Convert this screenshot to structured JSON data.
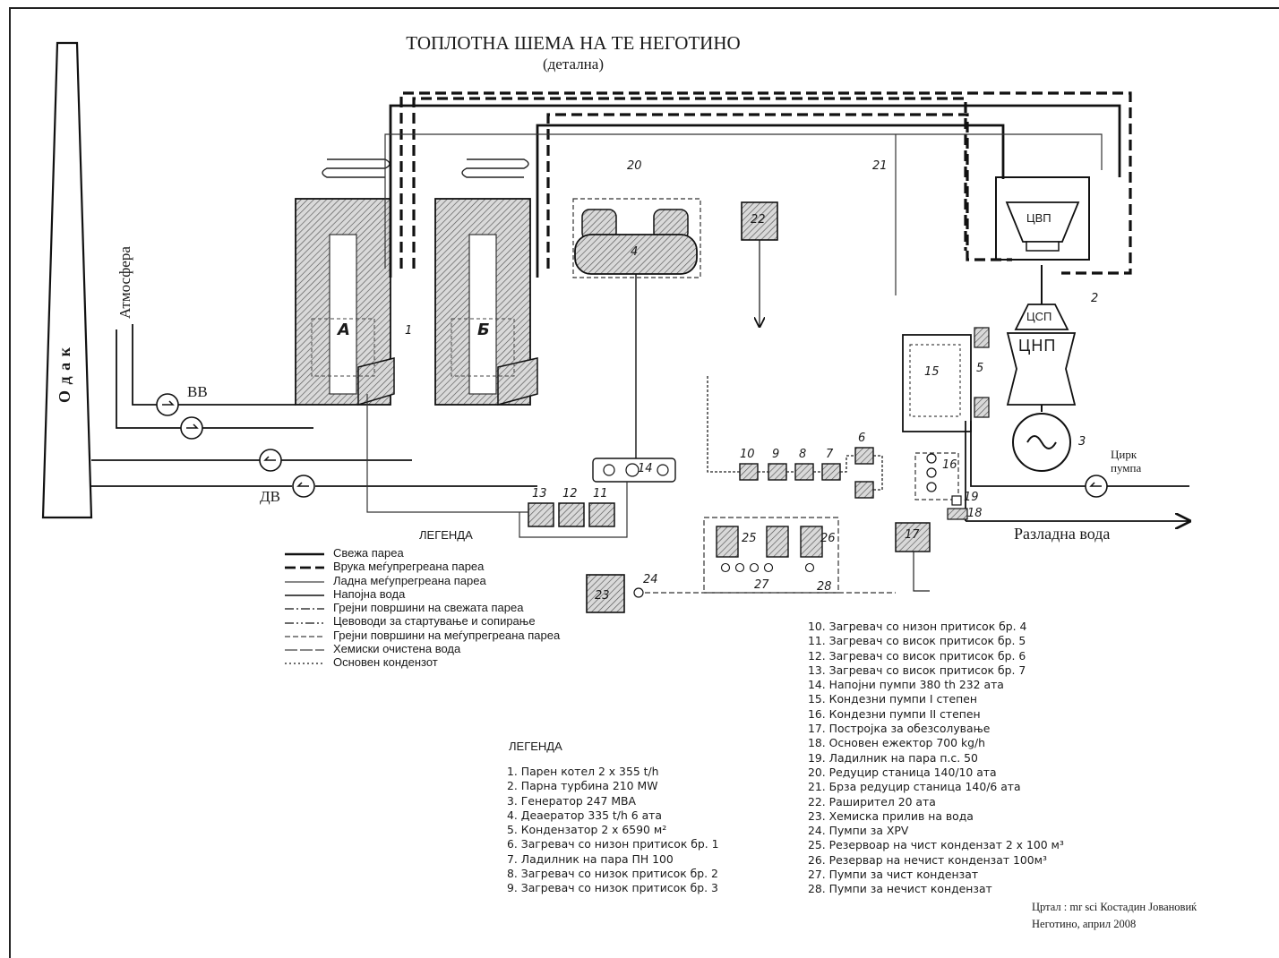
{
  "title": "ТОПЛОТНА ШЕМА НА ТЕ НЕГОТИНО",
  "subtitle": "(детална)",
  "side": {
    "chimney": "О д а к",
    "atmosphere": "Атмосфера",
    "bv": "ВВ",
    "dv": "ДВ"
  },
  "boilers": {
    "a": "А",
    "b": "Б"
  },
  "turbine": {
    "hp": "ЦВП",
    "ip": "ЦСП",
    "lp": "ЦНП"
  },
  "right": {
    "pump": "Цирк\nпумпа",
    "cooling_water": "Разладна вода"
  },
  "numbers": [
    "1",
    "2",
    "3",
    "4",
    "5",
    "6",
    "7",
    "8",
    "9",
    "10",
    "11",
    "12",
    "13",
    "14",
    "15",
    "16",
    "17",
    "18",
    "19",
    "20",
    "21",
    "22",
    "23",
    "24",
    "25",
    "26",
    "27",
    "28"
  ],
  "line_legend_title": "ЛЕГЕНДА",
  "line_legend": [
    {
      "label": "Свежа пареа",
      "style": "solid-bold"
    },
    {
      "label": "Врука меѓупрегреана пареа",
      "style": "dashed-bold"
    },
    {
      "label": "Ладна меѓупрегреана пареа",
      "style": "solid-thin"
    },
    {
      "label": "Напојна вода",
      "style": "solid"
    },
    {
      "label": "Грејни површини на свежата пареа",
      "style": "dashdot"
    },
    {
      "label": "Цевоводи за стартување и сопирање",
      "style": "dashdotdot"
    },
    {
      "label": "Грејни површини на меѓупрегреана пареа",
      "style": "dashed-thin"
    },
    {
      "label": "Хемиски очистена вода",
      "style": "longdash"
    },
    {
      "label": "Основен кондензот",
      "style": "dotted"
    }
  ],
  "legend_title": "ЛЕГЕНДА",
  "legend_left": [
    "1. Парен котел 2 x 355 t/h",
    "2. Парна турбина 210 MW",
    "3. Генератор 247 MBA",
    "4. Деаератор 335 t/h 6 ата",
    "5. Кондензатор 2 x 6590 м²",
    "6. Загревач со низон притисок бр. 1",
    "7. Ладилник на пара ПН 100",
    "8. Загревач со низок притисок бр. 2",
    "9. Загревач со низок притисок бр. 3"
  ],
  "legend_right": [
    "10. Загревач со низон притисок бр. 4",
    "11. Загревач со висок притисок бр. 5",
    "12. Загревач со висок притисок бр. 6",
    "13. Загревач со висок притисок бр. 7",
    "14. Напојни пумпи 380 th 232 ата",
    "15. Кондезни пумпи I степен",
    "16. Кондезни пумпи II степен",
    "17. Постројка за обезсолување",
    "18. Основен ежектор 700 kg/h",
    "19. Ладилник на пара п.с. 50",
    "20. Редуцир станица 140/10 ата",
    "21. Брза редуцир станица 140/6 ата",
    "22. Раширител 20 ата",
    "23. Хемиска прилив на вода",
    "24. Пумпи за XPV",
    "25. Резервоар на чист кондензат 2 x 100 м³",
    "26. Резервар на нечист кондензат 100м³",
    "27. Пумпи за чист кондензат",
    "28. Пумпи за нечист кондензат"
  ],
  "credit": {
    "line1": "Цртал : mr sci Костадин Јовановиќ",
    "line2": "Неготино, април 2008"
  }
}
